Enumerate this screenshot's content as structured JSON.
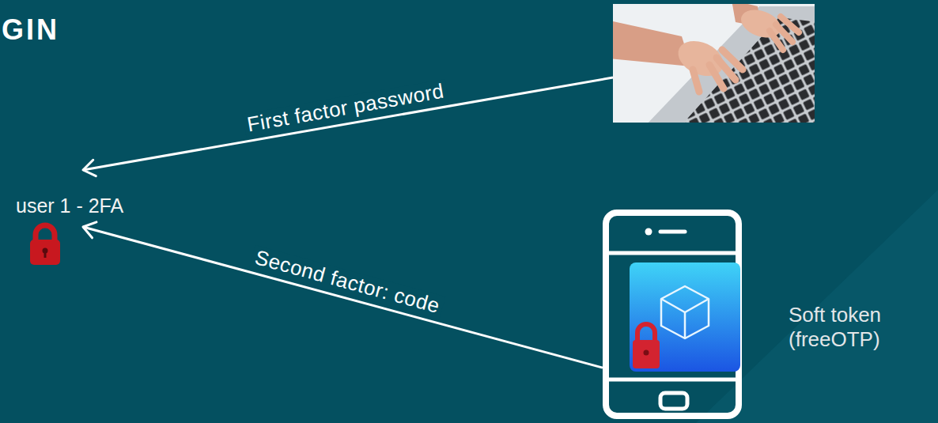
{
  "diagram": {
    "title": "GIN",
    "nodes": [
      {
        "text": [
          "user 1 - 2FA"
        ]
      },
      {
        "text": []
      },
      {
        "text": [
          "Soft token (freeOTP)"
        ]
      }
    ],
    "edges": [
      {
        "from": 1,
        "to": 0,
        "arrow": "to",
        "label": "First factor password"
      },
      {
        "from": 2,
        "to": 0,
        "arrow": "to",
        "label": "Second factor: code"
      }
    ]
  }
}
